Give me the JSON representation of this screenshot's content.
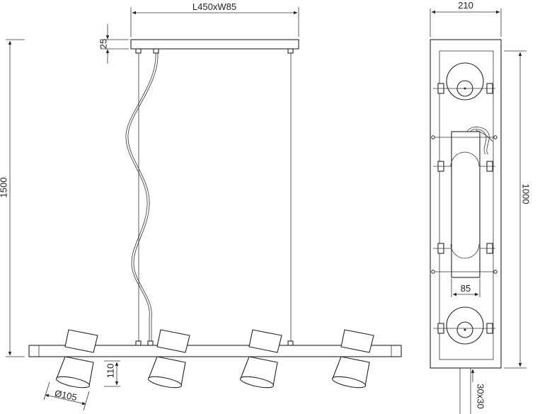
{
  "drawing": {
    "dimensions": {
      "canopy_size": "L450xW85",
      "canopy_height": "25",
      "total_height": "1500",
      "width_top_view": "210",
      "length_top_view": "1000",
      "canopy_width_top_view": "85",
      "bar_section": "30x30",
      "shade_height": "110",
      "shade_diameter": "Ø105"
    }
  }
}
